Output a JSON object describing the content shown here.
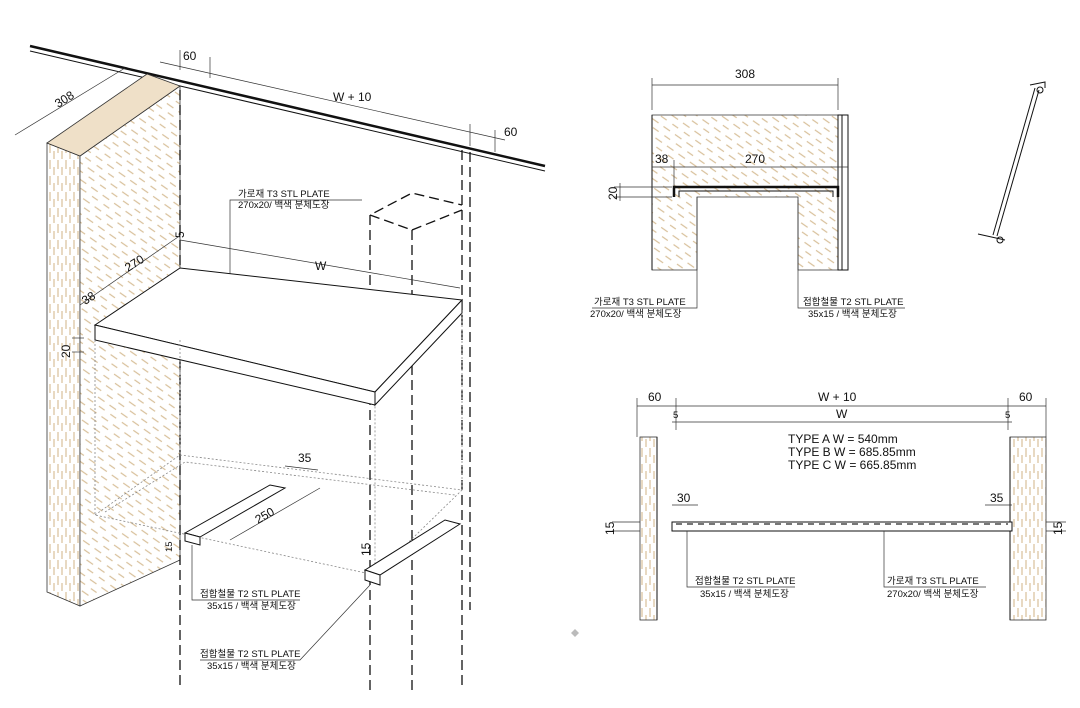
{
  "isometric": {
    "dim_depth": "308",
    "dim_left_gap": "60",
    "dim_total_width": "W + 10",
    "dim_right_gap": "60",
    "dim_shelf_depth": "270",
    "dim_shelf_width": "W",
    "dim_setback": "38",
    "dim_thickness": "20",
    "dim_top_gap": "5",
    "dim_rail_width": "35",
    "dim_rail_length": "250",
    "dim_rail_height": "15",
    "dim_rail_height_left": "15",
    "shelf_label": {
      "line1": "가로재 T3  STL PLATE",
      "line2": "270x20/ 백색 분체도장"
    },
    "rail_label_upper": {
      "line1": "접합철물 T2 STL PLATE",
      "line2": "35x15 / 백색 분체도장"
    },
    "rail_label_lower": {
      "line1": "접합철물 T2 STL PLATE",
      "line2": "35x15 / 백색 분체도장"
    }
  },
  "section": {
    "dim_depth": "308",
    "dim_setback": "38",
    "dim_shelf_depth": "270",
    "dim_thickness": "20",
    "shelf_label": {
      "line1": "가로재 T3  STL PLATE",
      "line2": "270x20/ 백색 분체도장"
    },
    "rail_label": {
      "line1": "접합철물 T2 STL PLATE",
      "line2": "35x15 / 백색 분체도장"
    }
  },
  "elevation": {
    "dim_left_gap": "60",
    "dim_total_width": "W + 10",
    "dim_right_gap": "60",
    "dim_width": "W",
    "dim_left_clear": "5",
    "dim_right_clear": "5",
    "types": [
      "TYPE A  W = 540mm",
      "TYPE B  W = 685.85mm",
      "TYPE C  W = 665.85mm"
    ],
    "dim_left_rail": "30",
    "dim_right_rail": "35",
    "dim_left_height": "15",
    "dim_right_height": "15",
    "rail_label": {
      "line1": "접합철물 T2 STL PLATE",
      "line2": "35x15 / 백색 분체도장"
    },
    "shelf_label": {
      "line1": "가로재 T3  STL PLATE",
      "line2": "270x20/ 백색 분체도장"
    }
  },
  "colors": {
    "hatch": "#d8c09a",
    "wall_cap": "#efe0c8",
    "line": "#111111"
  }
}
